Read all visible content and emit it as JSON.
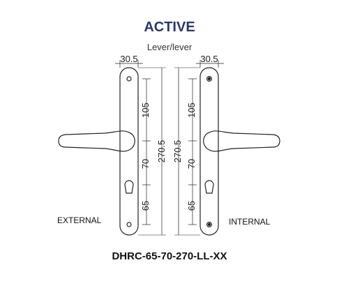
{
  "title": "ACTIVE",
  "subtitle": "Lever/lever",
  "product_code": "DHRC-65-70-270-LL-XX",
  "left_label": "EXTERNAL",
  "right_label": "INTERNAL",
  "dimensions": {
    "plate_width": "30.5",
    "top_to_lever": "105",
    "lever_to_keyhole": "70",
    "keyhole_to_fix": "65",
    "overall_length": "270.5"
  }
}
